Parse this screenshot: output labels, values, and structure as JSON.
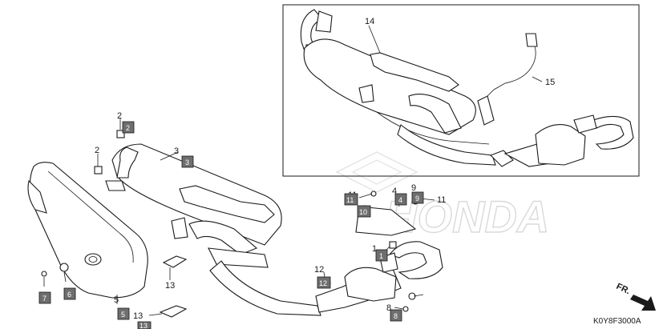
{
  "watermark": "HONDA",
  "diagram_code": "K0Y8F3000A",
  "direction_label": "FR.",
  "callouts": {
    "c2a": "2",
    "c2b": "2",
    "c3": "3",
    "c4": "4",
    "c5": "5",
    "c6": "6",
    "c7": "7",
    "c8": "8",
    "c9": "9",
    "c10": "10",
    "c11a": "11",
    "c11b": "11",
    "c12": "12",
    "c13a": "13",
    "c13b": "13",
    "c14": "14",
    "c15": "15",
    "c1": "1"
  },
  "badges": {
    "b2": "2",
    "b3": "3",
    "b4": "4",
    "b5": "5",
    "b6": "6",
    "b7": "7",
    "b8": "8",
    "b9": "9",
    "b10": "10",
    "b11": "11",
    "b12": "12",
    "b13": "13",
    "b1": "1"
  },
  "colors": {
    "badge_fill": "#6e6e6e",
    "line": "#1a1a1a",
    "watermark": "#d9d9d9"
  }
}
